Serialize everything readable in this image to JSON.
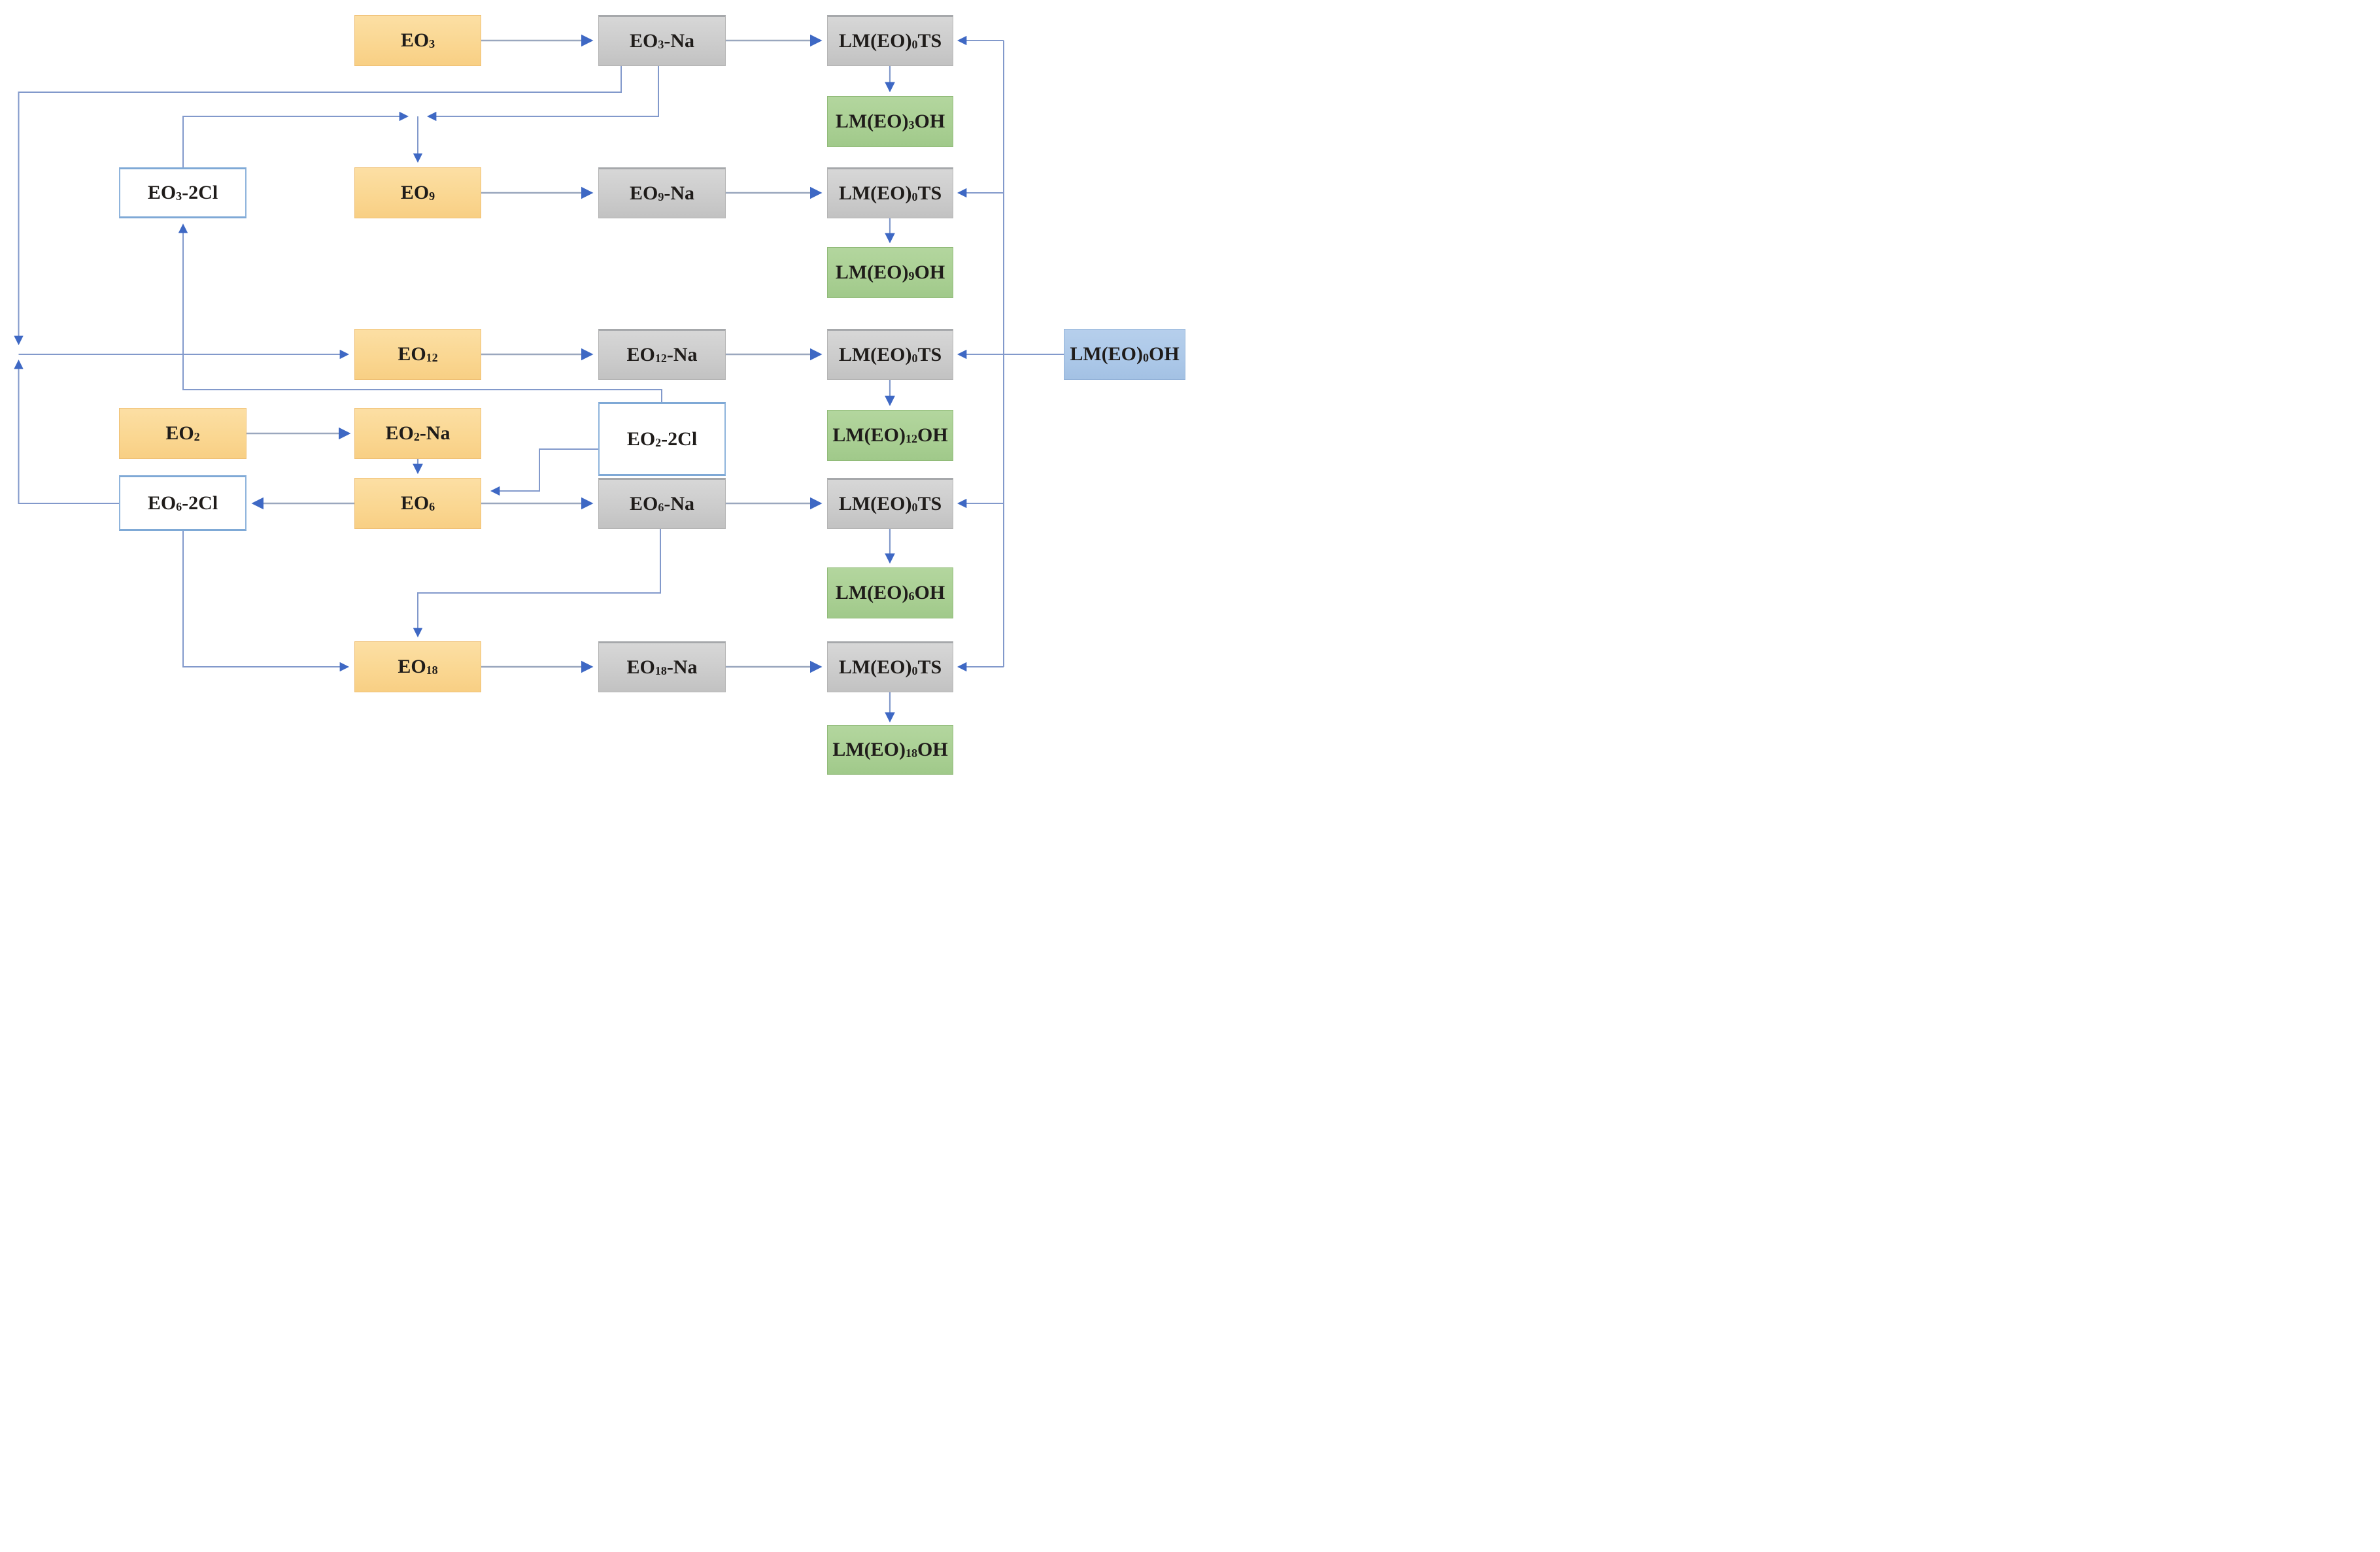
{
  "palette": {
    "orange-fill": "#FAD792",
    "orange-hi": "#FCDFA4",
    "orange-lo": "#F8CF84",
    "orange-border": "#EFC075",
    "gray-fill": "#CBCBCB",
    "gray-hi": "#D7D7D7",
    "gray-lo": "#C2C2C2",
    "gray-border": "#B4B4B4",
    "gray-border-top": "#A6A8AB",
    "green-fill": "#A9CF93",
    "green-hi": "#B3D69E",
    "green-lo": "#A0C98A",
    "green-border": "#90BA78",
    "blue-fill": "#ACC8E8",
    "blue-hi": "#B6CFEC",
    "blue-lo": "#A3C1E4",
    "blue-border": "#93B2D8",
    "whitebox-border": "#8FB4DC",
    "whitebox-border-strong": "#7FA9D6",
    "line-gray": "#9AA7BE",
    "line-blue": "#8299CB",
    "arrow-blue": "#3E68C4"
  },
  "nodes": {
    "eo3": {
      "label": "EO₃",
      "type": "glycol"
    },
    "eo3_na": {
      "label": "EO₃-Na",
      "type": "sodium-alkoxide"
    },
    "lm_ts_1": {
      "label": "LM(EO)₀TS",
      "type": "tosylate"
    },
    "lm3_oh": {
      "label": "LM(EO)₃OH",
      "type": "product"
    },
    "eo3_2cl": {
      "label": "EO₃-2Cl",
      "type": "dichloride"
    },
    "eo9": {
      "label": "EO₉",
      "type": "glycol"
    },
    "eo9_na": {
      "label": "EO₉-Na",
      "type": "sodium-alkoxide"
    },
    "lm_ts_2": {
      "label": "LM(EO)₀TS",
      "type": "tosylate"
    },
    "lm9_oh": {
      "label": "LM(EO)₉OH",
      "type": "product"
    },
    "eo12": {
      "label": "EO₁₂",
      "type": "glycol"
    },
    "eo12_na": {
      "label": "EO₁₂-Na",
      "type": "sodium-alkoxide"
    },
    "lm_ts_3": {
      "label": "LM(EO)₀TS",
      "type": "tosylate"
    },
    "lm0_oh": {
      "label": "LM(EO)₀OH",
      "type": "starting-alcohol"
    },
    "lm12_oh": {
      "label": "LM(EO)₁₂OH",
      "type": "product"
    },
    "eo2": {
      "label": "EO₂",
      "type": "glycol"
    },
    "eo2_na": {
      "label": "EO₂-Na",
      "type": "sodium-alkoxide"
    },
    "eo2_2cl": {
      "label": "EO₂-2Cl",
      "type": "dichloride"
    },
    "eo6_2cl": {
      "label": "EO₆-2Cl",
      "type": "dichloride"
    },
    "eo6": {
      "label": "EO₆",
      "type": "glycol"
    },
    "eo6_na": {
      "label": "EO₆-Na",
      "type": "sodium-alkoxide"
    },
    "lm_ts_5": {
      "label": "LM(EO)₀TS",
      "type": "tosylate"
    },
    "lm6_oh": {
      "label": "LM(EO)₆OH",
      "type": "product"
    },
    "eo18": {
      "label": "EO₁₈",
      "type": "glycol"
    },
    "eo18_na": {
      "label": "EO₁₈-Na",
      "type": "sodium-alkoxide"
    },
    "lm_ts_6": {
      "label": "LM(EO)₀TS",
      "type": "tosylate"
    },
    "lm18_oh": {
      "label": "LM(EO)₁₈OH",
      "type": "product"
    }
  },
  "edges": [
    {
      "from": "eo3",
      "to": "eo3_na"
    },
    {
      "from": "eo3_na",
      "to": "lm_ts_1"
    },
    {
      "from": "lm_ts_1",
      "to": "lm3_oh"
    },
    {
      "from": "eo3_na",
      "to": "eo9"
    },
    {
      "from": "eo3_2cl",
      "to": "eo9"
    },
    {
      "from": "eo9",
      "to": "eo9_na"
    },
    {
      "from": "eo9_na",
      "to": "lm_ts_2"
    },
    {
      "from": "lm_ts_2",
      "to": "lm9_oh"
    },
    {
      "from": "eo3_na",
      "to": "eo12"
    },
    {
      "from": "eo6_2cl",
      "to": "eo12"
    },
    {
      "from": "eo12",
      "to": "eo12_na"
    },
    {
      "from": "eo12_na",
      "to": "lm_ts_3"
    },
    {
      "from": "lm_ts_3",
      "to": "lm12_oh"
    },
    {
      "from": "lm0_oh",
      "to": "lm_ts_3"
    },
    {
      "from": "lm0_oh",
      "to": "lm_ts_1"
    },
    {
      "from": "lm0_oh",
      "to": "lm_ts_2"
    },
    {
      "from": "lm0_oh",
      "to": "lm_ts_5"
    },
    {
      "from": "lm0_oh",
      "to": "lm_ts_6"
    },
    {
      "from": "eo2",
      "to": "eo2_na"
    },
    {
      "from": "eo2_na",
      "to": "eo6"
    },
    {
      "from": "eo2_2cl",
      "to": "eo6"
    },
    {
      "from": "eo2_2cl",
      "to": "eo3_2cl"
    },
    {
      "from": "eo6",
      "to": "eo6_2cl"
    },
    {
      "from": "eo6",
      "to": "eo6_na"
    },
    {
      "from": "eo6_na",
      "to": "lm_ts_5"
    },
    {
      "from": "lm_ts_5",
      "to": "lm6_oh"
    },
    {
      "from": "eo6_na",
      "to": "eo18"
    },
    {
      "from": "eo6_2cl",
      "to": "eo18"
    },
    {
      "from": "eo18",
      "to": "eo18_na"
    },
    {
      "from": "eo18_na",
      "to": "lm_ts_6"
    },
    {
      "from": "lm_ts_6",
      "to": "lm18_oh"
    }
  ]
}
